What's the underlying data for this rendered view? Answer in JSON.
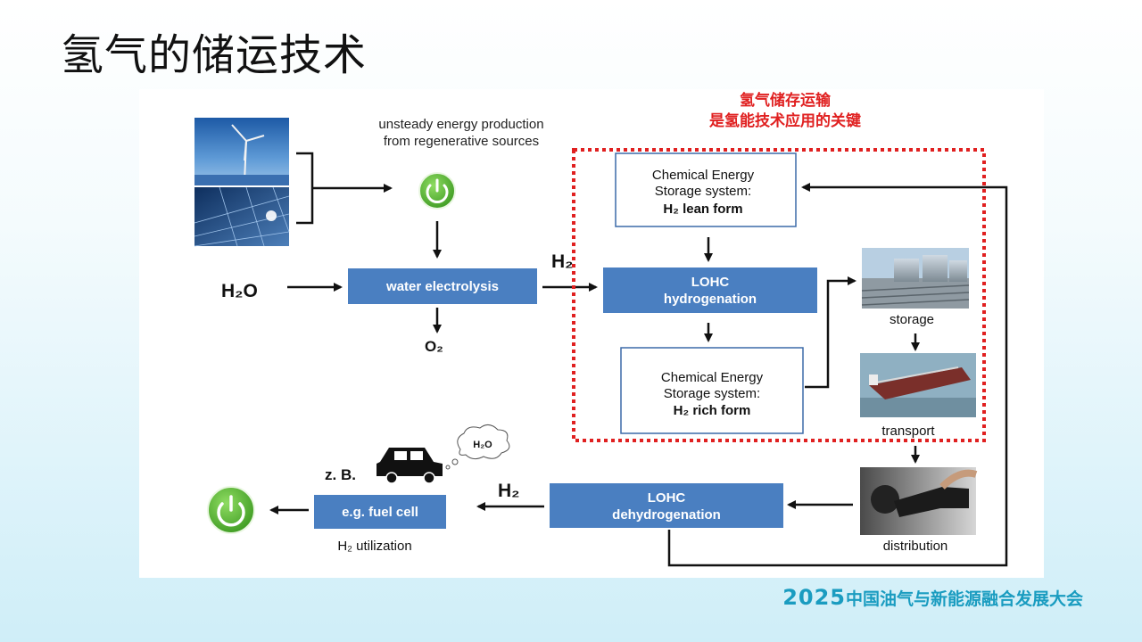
{
  "slide": {
    "title": "氢气的储运技术",
    "event_year": "2025",
    "event_name": "中国油气与新能源融合发展大会"
  },
  "callout": {
    "line1": "氢气储存运输",
    "line2": "是氢能技术应用的关键",
    "color": "#e02020"
  },
  "diagram": {
    "source_caption_1": "unsteady energy production",
    "source_caption_2": "from regenerative sources",
    "h2o_input": "H₂O",
    "water_electrolysis": "water electrolysis",
    "o2_output": "O₂",
    "h2_arrow_label": "H₂",
    "ces_lean_1": "Chemical Energy",
    "ces_lean_2": "Storage system:",
    "ces_lean_3": "H₂ lean form",
    "lohc_hydro_1": "LOHC",
    "lohc_hydro_2": "hydrogenation",
    "ces_rich_1": "Chemical Energy",
    "ces_rich_2": "Storage system:",
    "ces_rich_3": "H₂ rich form",
    "storage_label": "storage",
    "transport_label": "transport",
    "distribution_label": "distribution",
    "lohc_dehydro_1": "LOHC",
    "lohc_dehydro_2": "dehydrogenation",
    "h2_return_label": "H₂",
    "fuel_cell": "e.g. fuel cell",
    "h2_utilization": "H₂ utilization",
    "zb_label": "z. B.",
    "cloud_h2o": "H₂O",
    "colors": {
      "process_box": "#4a7fc1",
      "power_button": "#5cb83c",
      "outline_box": "#3c6aa8"
    },
    "icons": [
      "wind-turbine-photo",
      "solar-panel-photo",
      "power-icon",
      "car-icon",
      "tank-farm-photo",
      "tanker-ship-photo",
      "fuel-nozzle-photo"
    ]
  }
}
